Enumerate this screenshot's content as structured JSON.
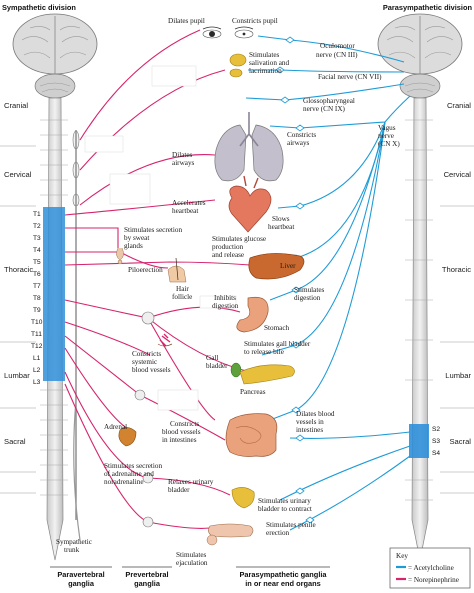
{
  "headers": {
    "sympathetic": "Sympathetic division",
    "parasympathetic": "Parasympathetic division"
  },
  "regions_left": [
    "Cranial",
    "Cervical",
    "Thoracic",
    "Lumbar",
    "Sacral"
  ],
  "regions_right": [
    "Cranial",
    "Cervical",
    "Thoracic",
    "Lumbar",
    "Sacral"
  ],
  "segments_thoracic": [
    "T1",
    "T2",
    "T3",
    "T4",
    "T5",
    "T6",
    "T7",
    "T8",
    "T9",
    "T10",
    "T11",
    "T12"
  ],
  "segments_lumbar": [
    "L1",
    "L2",
    "L3"
  ],
  "segments_sacral": [
    "S2",
    "S3",
    "S4"
  ],
  "labels": {
    "dilates_pupil": "Dilates pupil",
    "constricts_pupil": "Constricts pupil",
    "stim_saliv_1": "Stimulates",
    "stim_saliv_2": "salivation and",
    "stim_saliv_3": "lacrimation",
    "oculomotor_1": "Oculomotor",
    "oculomotor_2": "nerve (CN III)",
    "facial": "Facial nerve (CN VII)",
    "glosso_1": "Glossopharyngeal",
    "glosso_2": "nerve (CN IX)",
    "vagus_1": "Vagus",
    "vagus_2": "nerve",
    "vagus_3": "(CN X)",
    "constricts_airways_1": "Constricts",
    "constricts_airways_2": "airways",
    "dilates_airways_1": "Dilates",
    "dilates_airways_2": "airways",
    "accel_1": "Accelerates",
    "accel_2": "heartbeat",
    "slows_1": "Slows",
    "slows_2": "heartbeat",
    "sweat_1": "Stimulates secretion",
    "sweat_2": "by sweat",
    "sweat_3": "glands",
    "glucose_1": "Stimulates glucose",
    "glucose_2": "production",
    "glucose_3": "and release",
    "liver": "Liver",
    "pilo": "Piloerection",
    "hair_1": "Hair",
    "hair_2": "follicle",
    "inhibits_1": "Inhibits",
    "inhibits_2": "digestion",
    "stim_dig_1": "Stimulates",
    "stim_dig_2": "digestion",
    "stomach": "Stomach",
    "gall_1": "Stimulates gall bladder",
    "gall_2": "to release bile",
    "gallb_1": "Gall",
    "gallb_2": "bladder",
    "pancreas": "Pancreas",
    "constr_sys_1": "Constricts",
    "constr_sys_2": "systemic",
    "constr_sys_3": "blood vessels",
    "dilates_bv_1": "Dilates blood",
    "dilates_bv_2": "vessels in",
    "dilates_bv_3": "intestines",
    "adrenal": "Adrenal",
    "constr_int_1": "Constricts",
    "constr_int_2": "blood vessels",
    "constr_int_3": "in intestines",
    "adren_sec_1": "Stimulates secretion",
    "adren_sec_2": "of adrenaline and",
    "adren_sec_3": "noradrenaline",
    "relax_1": "Relaxes urinary",
    "relax_2": "bladder",
    "stim_ub_1": "Stimulates urinary",
    "stim_ub_2": "bladder to contract",
    "stim_pen_1": "Stimulates penile",
    "stim_pen_2": "erection",
    "stim_ej_1": "Stimulates",
    "stim_ej_2": "ejaculation",
    "symp_trunk_1": "Sympathetic",
    "symp_trunk_2": "trunk",
    "para_1": "Paravertebral",
    "para_2": "ganglia",
    "prev_1": "Prevertebral",
    "prev_2": "ganglia",
    "pgang_1": "Parasympathetic ganglia",
    "pgang_2": "in or near end organs"
  },
  "key": {
    "title": "Key",
    "acetyl": "= Acetylcholine",
    "norep": "= Norepinephrine"
  },
  "colors": {
    "parasympathetic": "#1e9bd7",
    "sympathetic": "#d6246e",
    "spinal_band": "#2f8fd8",
    "organ": "#e9a27b",
    "lung": "#b9b3c4",
    "liver": "#c9692f",
    "gland": "#e7bf3a"
  }
}
